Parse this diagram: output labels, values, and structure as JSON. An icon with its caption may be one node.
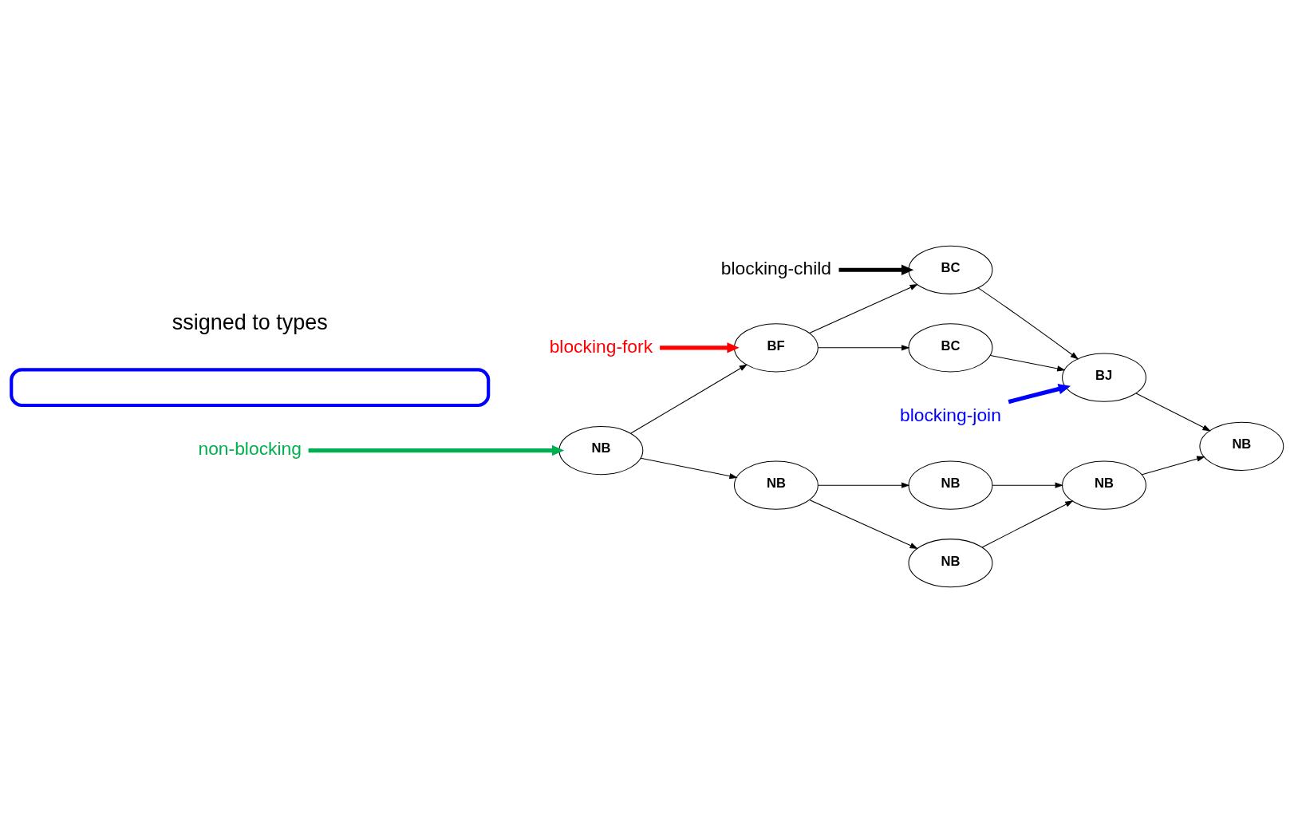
{
  "diagram": {
    "nodes": [
      {
        "text": [
          "blocking-child"
        ]
      },
      {
        "text": [
          "blocking-fork"
        ]
      },
      {
        "text": [
          "blocking-join"
        ]
      },
      {
        "text": [
          "BC"
        ]
      },
      {
        "text": [
          "BF"
        ]
      },
      {
        "text": [
          "BJ"
        ]
      },
      {
        "text": [
          "BC"
        ]
      },
      {
        "text": [
          "NB"
        ]
      },
      {
        "text": [
          "NB"
        ]
      },
      {
        "text": [
          "NB"
        ]
      },
      {
        "text": [
          "NB"
        ]
      },
      {
        "text": [
          "NB"
        ]
      },
      {
        "text": [
          "NB"
        ]
      },
      {
        "text": [
          "non-blocking"
        ]
      },
      {
        "text": [],
        "shape": "box"
      }
    ],
    "edges": [
      {
        "from": 7,
        "to": 4,
        "arrow": "to"
      },
      {
        "from": 4,
        "to": 3,
        "arrow": "to"
      },
      {
        "from": 4,
        "to": 6,
        "arrow": "to"
      },
      {
        "from": 3,
        "to": 5,
        "arrow": "to"
      },
      {
        "from": 6,
        "to": 5,
        "arrow": "to"
      },
      {
        "from": 5,
        "to": 8,
        "arrow": "to"
      },
      {
        "from": 7,
        "to": 10,
        "arrow": "to"
      },
      {
        "from": 10,
        "to": 9,
        "arrow": "to"
      },
      {
        "from": 10,
        "to": 12,
        "arrow": "to"
      },
      {
        "from": 9,
        "to": 11,
        "arrow": "to"
      },
      {
        "from": 12,
        "to": 11,
        "arrow": "to"
      },
      {
        "from": 11,
        "to": 8,
        "arrow": "to"
      },
      {
        "from": 1,
        "to": 4,
        "arrow": "to",
        "style": "thick",
        "color": "#ff0000"
      },
      {
        "from": 0,
        "to": 3,
        "arrow": "to",
        "style": "thick"
      },
      {
        "from": 2,
        "to": 5,
        "arrow": "to",
        "style": "thick",
        "color": "#0000ff"
      },
      {
        "from": 13,
        "to": 7,
        "arrow": "to",
        "style": "thick",
        "color": "#00b050"
      }
    ],
    "labels": [
      "ssigned to types"
    ]
  }
}
